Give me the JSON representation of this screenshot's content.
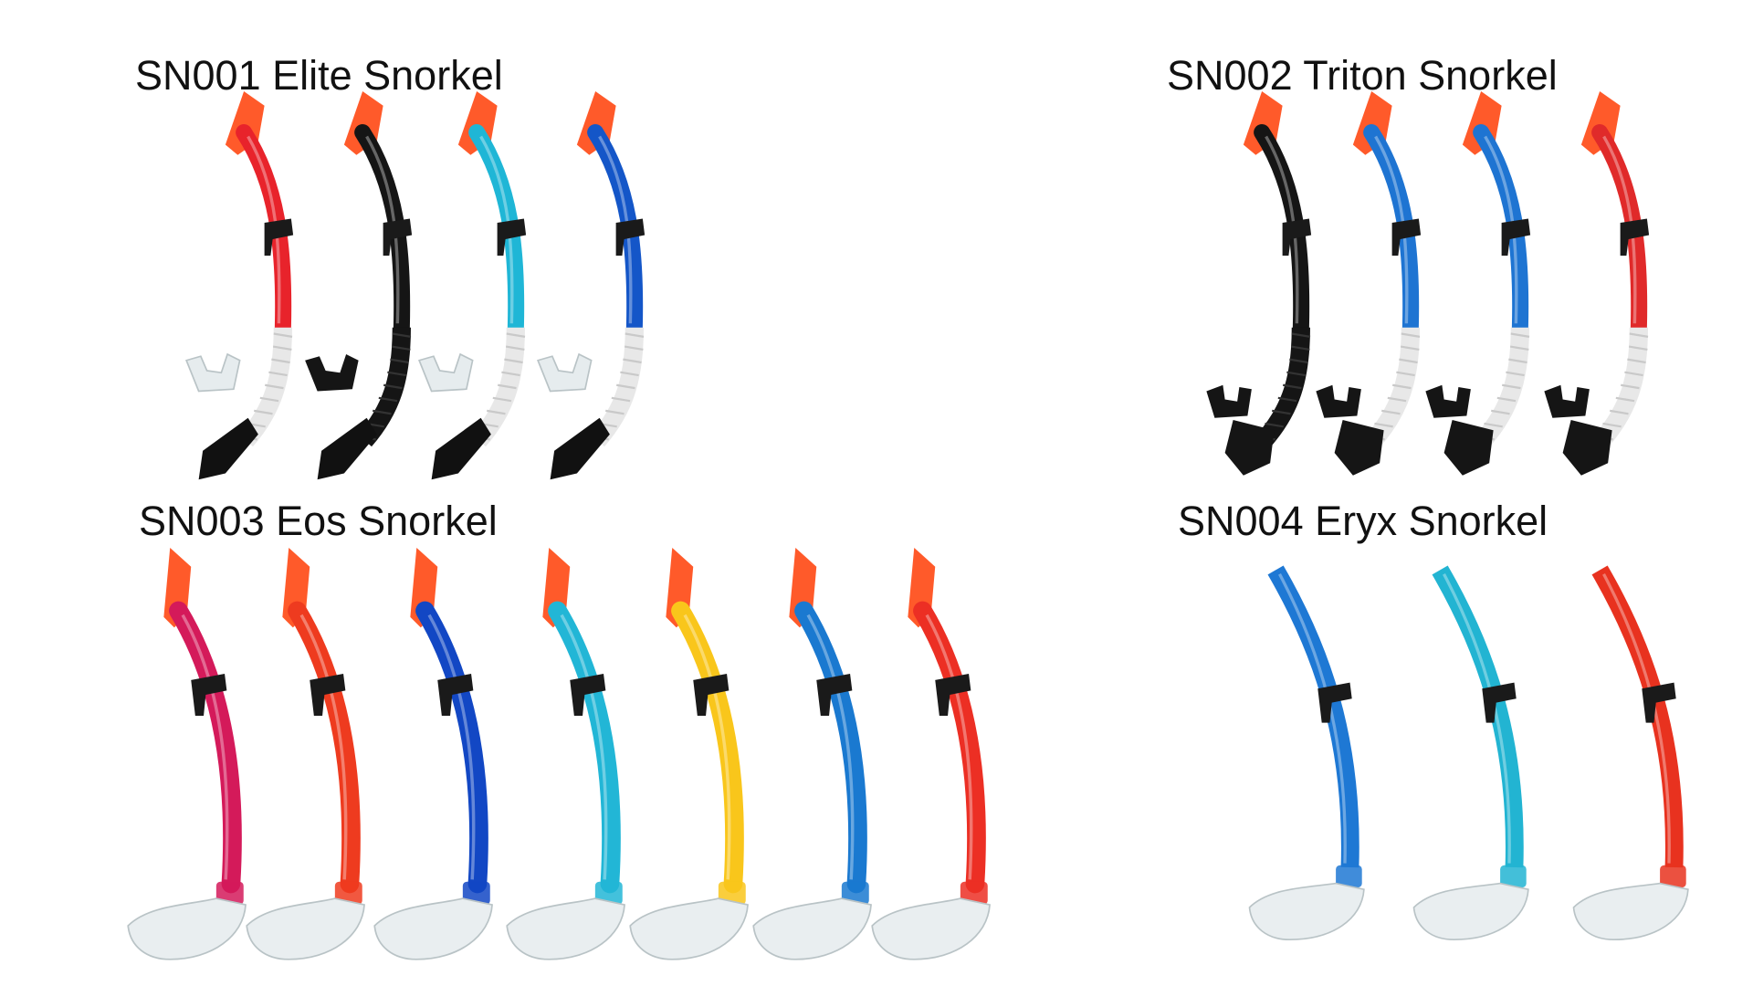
{
  "products": [
    {
      "id": "sn001",
      "title": "SN001 Elite Snorkel",
      "style": "dry-top-flex-tube",
      "variants": [
        {
          "tube": "#e8232b",
          "flex": "#e8e8e8",
          "purge": "#111111",
          "mouthpiece": "#e6ecee"
        },
        {
          "tube": "#151515",
          "flex": "#151515",
          "purge": "#111111",
          "mouthpiece": "#151515"
        },
        {
          "tube": "#1fb6d6",
          "flex": "#e8e8e8",
          "purge": "#111111",
          "mouthpiece": "#e6ecee"
        },
        {
          "tube": "#1456c8",
          "flex": "#e8e8e8",
          "purge": "#111111",
          "mouthpiece": "#e6ecee"
        }
      ]
    },
    {
      "id": "sn002",
      "title": "SN002 Triton Snorkel",
      "style": "dry-top-black-valve",
      "variants": [
        {
          "tube": "#151515",
          "flex": "#151515",
          "purge": "#151515",
          "mouthpiece": "#151515"
        },
        {
          "tube": "#1e74d2",
          "flex": "#e8e8e8",
          "purge": "#151515",
          "mouthpiece": "#151515"
        },
        {
          "tube": "#1e74d2",
          "flex": "#e8e8e8",
          "purge": "#151515",
          "mouthpiece": "#151515"
        },
        {
          "tube": "#e02a2a",
          "flex": "#e8e8e8",
          "purge": "#151515",
          "mouthpiece": "#151515"
        }
      ]
    },
    {
      "id": "sn003",
      "title": "SN003 Eos Snorkel",
      "style": "dry-top-clear-mouthpiece",
      "variants": [
        {
          "tube": "#d41a5a",
          "mouthpiece": "#e9eef0"
        },
        {
          "tube": "#ee3b1f",
          "mouthpiece": "#e9eef0"
        },
        {
          "tube": "#1247c4",
          "mouthpiece": "#e9eef0"
        },
        {
          "tube": "#22b6d6",
          "mouthpiece": "#e9eef0"
        },
        {
          "tube": "#f9c61b",
          "mouthpiece": "#e9eef0"
        },
        {
          "tube": "#1a79d0",
          "mouthpiece": "#e9eef0"
        },
        {
          "tube": "#ec2f24",
          "mouthpiece": "#e9eef0"
        }
      ]
    },
    {
      "id": "sn004",
      "title": "SN004 Eryx Snorkel",
      "style": "open-top-clear-mouthpiece",
      "variants": [
        {
          "tube": "#1e78d4",
          "mouthpiece": "#e9eef0"
        },
        {
          "tube": "#22b4d2",
          "mouthpiece": "#e9eef0"
        },
        {
          "tube": "#e8321f",
          "mouthpiece": "#e9eef0"
        }
      ]
    }
  ],
  "accent": {
    "splash_guard": "#ff5a2a",
    "clip": "#1a1a1a"
  }
}
